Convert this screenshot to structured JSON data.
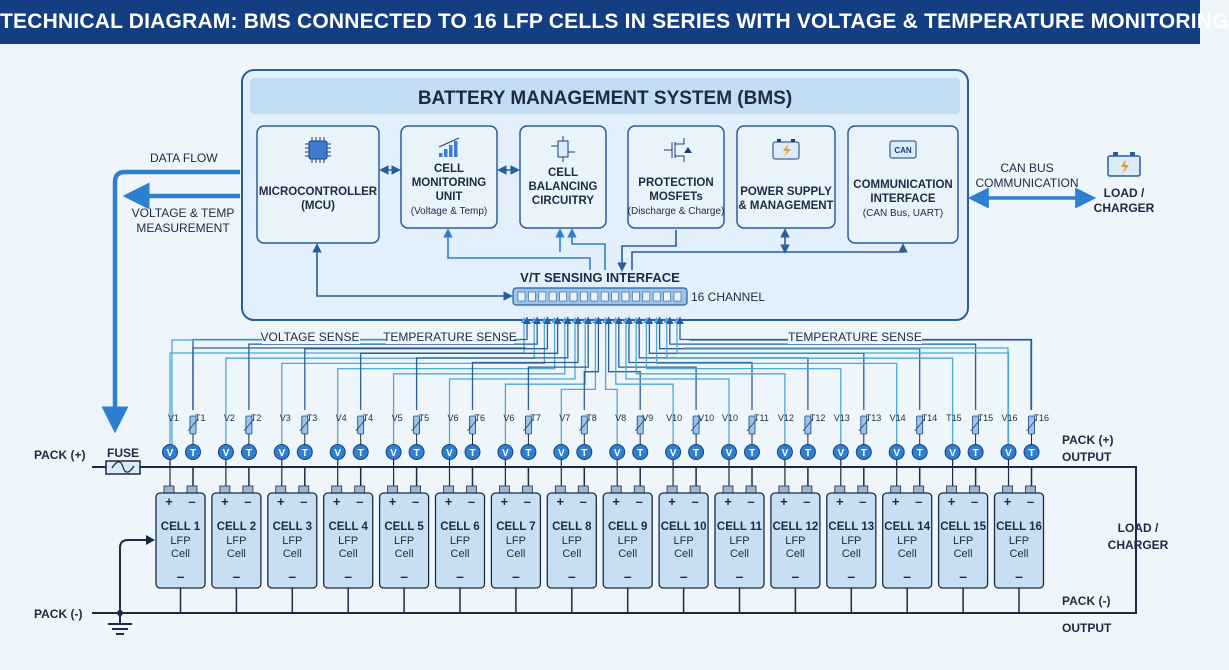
{
  "title": "TECHNICAL DIAGRAM: BMS CONNECTED TO 16 LFP CELLS IN SERIES WITH VOLTAGE & TEMPERATURE MONITORING",
  "bms": {
    "header": "BATTERY MANAGEMENT SYSTEM (BMS)",
    "modules": [
      {
        "id": "mcu",
        "icon": "chip-icon",
        "lines": [
          "MICROCONTROLLER",
          "(MCU)"
        ],
        "sub": ""
      },
      {
        "id": "cmu",
        "icon": "bar-chart-icon",
        "lines": [
          "CELL",
          "MONITORING",
          "UNIT"
        ],
        "sub": "(Voltage & Temp)"
      },
      {
        "id": "balancing",
        "icon": "balancing-circuit-icon",
        "lines": [
          "CELL",
          "BALANCING",
          "CIRCUITRY"
        ],
        "sub": ""
      },
      {
        "id": "mosfet",
        "icon": "mosfet-icon",
        "lines": [
          "PROTECTION",
          "MOSFETs"
        ],
        "sub": "(Discharge & Charge)"
      },
      {
        "id": "power",
        "icon": "battery-bolt-icon",
        "lines": [
          "POWER SUPPLY",
          "& MANAGEMENT"
        ],
        "sub": ""
      },
      {
        "id": "comm",
        "icon": "can-icon",
        "icon_text": "CAN",
        "lines": [
          "COMMUNICATION",
          "INTERFACE"
        ],
        "sub": "(CAN Bus, UART)"
      }
    ],
    "sensing_interface_label": "V/T SENSING INTERFACE",
    "channel_label": "16 CHANNEL"
  },
  "labels": {
    "data_flow": "DATA FLOW",
    "vt_measurement": [
      "VOLTAGE & TEMP",
      "MEASUREMENT"
    ],
    "can_bus": [
      "CAN BUS",
      "COMMUNICATION"
    ],
    "load_charger_top": [
      "LOAD /",
      "CHARGER"
    ],
    "load_charger_right": [
      "LOAD /",
      "CHARGER"
    ],
    "voltage_sense": "VOLTAGE SENSE",
    "temperature_sense_left": "TEMPERATURE SENSE",
    "temperature_sense_right": "TEMPERATURE SENSE",
    "pack_plus": "PACK (+)",
    "pack_minus": "PACK (-)",
    "fuse": "FUSE",
    "pack_plus_output": [
      "PACK (+)",
      "OUTPUT"
    ],
    "pack_minus_output": [
      "PACK (-)",
      "OUTPUT"
    ],
    "sensor_v": "V",
    "sensor_t": "T",
    "terminal_plus": "+",
    "terminal_minus": "–"
  },
  "cells": [
    {
      "name": "CELL 1",
      "chem": "LFP",
      "type": "Cell",
      "v": "V1",
      "t": "T1"
    },
    {
      "name": "CELL 2",
      "chem": "LFP",
      "type": "Cell",
      "v": "V2",
      "t": "T2"
    },
    {
      "name": "CELL 3",
      "chem": "LFP",
      "type": "Cell",
      "v": "V3",
      "t": "T3"
    },
    {
      "name": "CELL 4",
      "chem": "LFP",
      "type": "Cell",
      "v": "V4",
      "t": "T4"
    },
    {
      "name": "CELL 5",
      "chem": "LFP",
      "type": "Cell",
      "v": "V5",
      "t": "T5"
    },
    {
      "name": "CELL 6",
      "chem": "LFP",
      "type": "Cell",
      "v": "V6",
      "t": "T6"
    },
    {
      "name": "CELL 7",
      "chem": "LFP",
      "type": "Cell",
      "v": "V6",
      "t": "T7"
    },
    {
      "name": "CELL 8",
      "chem": "LFP",
      "type": "Cell",
      "v": "V7",
      "t": "T8"
    },
    {
      "name": "CELL 9",
      "chem": "LFP",
      "type": "Cell",
      "v": "V8",
      "t": "V9"
    },
    {
      "name": "CELL 10",
      "chem": "LFP",
      "type": "Cell",
      "v": "V10",
      "t": "V10"
    },
    {
      "name": "CELL 11",
      "chem": "LFP",
      "type": "Cell",
      "v": "V10",
      "t": "T11"
    },
    {
      "name": "CELL 12",
      "chem": "LFP",
      "type": "Cell",
      "v": "V12",
      "t": "T12"
    },
    {
      "name": "CELL 13",
      "chem": "LFP",
      "type": "Cell",
      "v": "V13",
      "t": "T13"
    },
    {
      "name": "CELL 14",
      "chem": "LFP",
      "type": "Cell",
      "v": "V14",
      "t": "T14"
    },
    {
      "name": "CELL 15",
      "chem": "LFP",
      "type": "Cell",
      "v": "T15",
      "t": "T15"
    },
    {
      "name": "CELL 16",
      "chem": "LFP",
      "type": "Cell",
      "v": "V16",
      "t": "T16"
    }
  ],
  "colors": {
    "title_bg": "#143e82",
    "panel_bg": "#e3f0fb",
    "panel_border": "#2b5d9a",
    "header_bg": "#c3ddf3",
    "module_bg": "#e9f3fc",
    "arrow_blue": "#2f7fd0",
    "voltage_wire": "#4fa8d8",
    "temp_wire": "#2b5d9a",
    "cell_fill": "#c8def3",
    "sensor_fill": "#2f7fd0",
    "text": "#1c2b44"
  }
}
